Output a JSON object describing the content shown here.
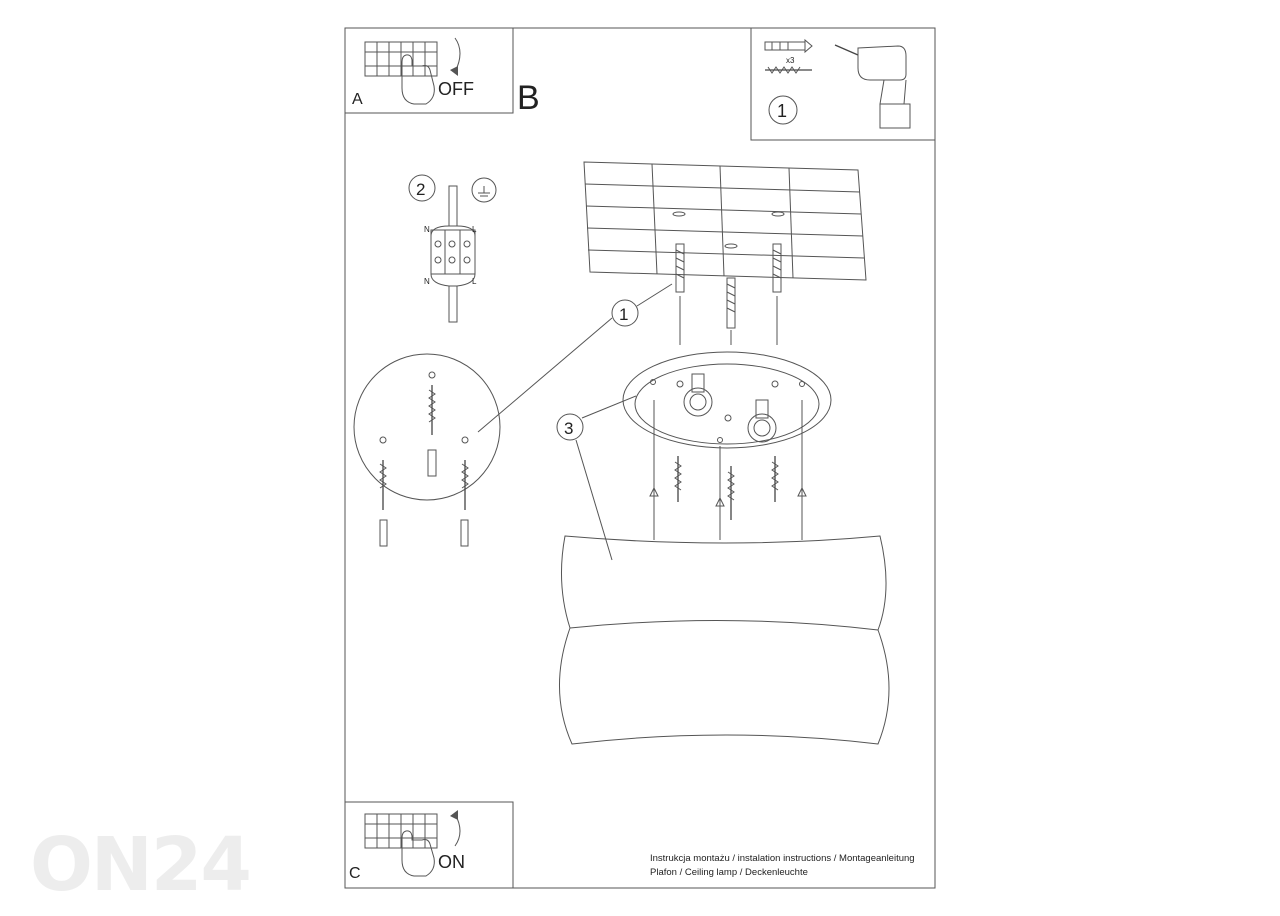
{
  "panels": {
    "a": {
      "letter": "A",
      "caption": "OFF"
    },
    "b": {
      "letter": "B"
    },
    "c": {
      "letter": "C",
      "caption": "ON"
    }
  },
  "tools": {
    "step_number": "1",
    "quantity": "x3",
    "icons": [
      "wall-plug-icon",
      "screw-icon",
      "drill-icon"
    ]
  },
  "callouts": {
    "wiring": "2",
    "fixing": "1",
    "base": "3"
  },
  "wiring_terminals": {
    "top_left": "N",
    "top_right": "L",
    "bottom_left": "N",
    "bottom_right": "L"
  },
  "footer": {
    "line1": "Instrukcja montażu / instalation instructions / Montageanleitung",
    "line2": "Plafon / Ceiling lamp / Deckenleuchte"
  },
  "watermark": "ON24",
  "colors": {
    "line": "#555555",
    "text": "#222222",
    "watermark": "#ececec"
  }
}
